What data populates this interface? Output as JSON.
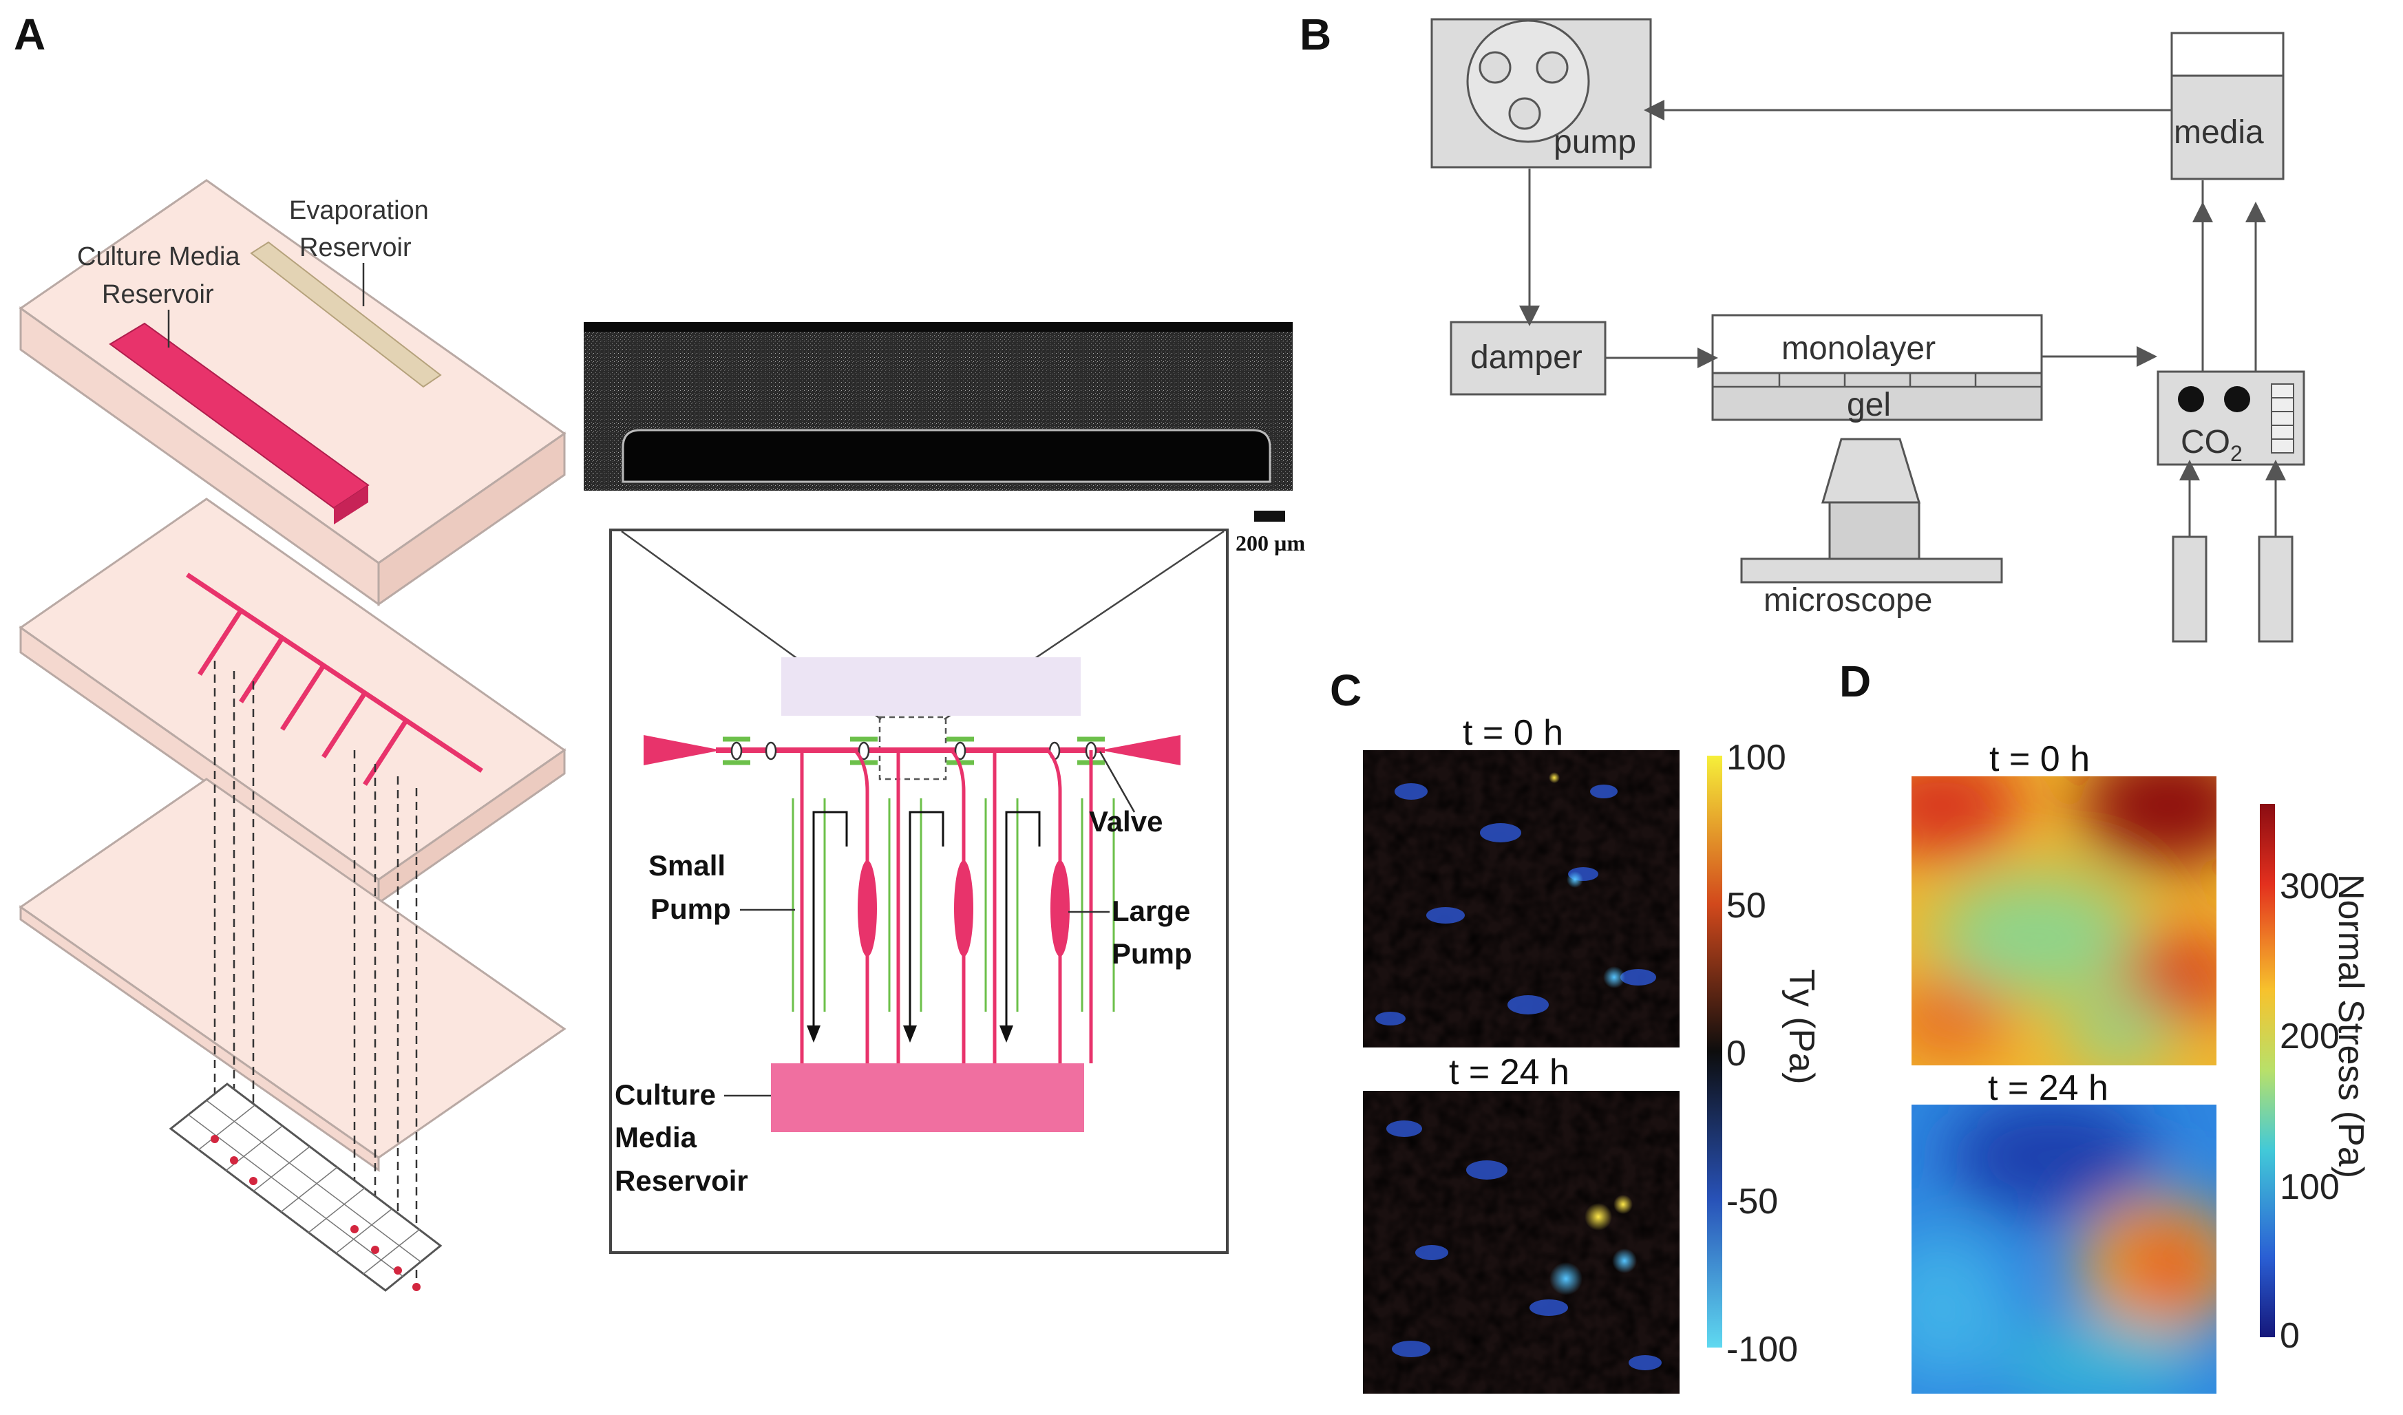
{
  "panels": {
    "a": "A",
    "b": "B",
    "c": "C",
    "d": "D"
  },
  "panel_a": {
    "evaporation_reservoir": [
      "Evaporation",
      "Reservoir"
    ],
    "culture_media_reservoir": [
      "Culture Media",
      "Reservoir"
    ],
    "scale_bar": "200 µm",
    "valve": "Valve",
    "small_pump": [
      "Small",
      "Pump"
    ],
    "large_pump": [
      "Large",
      "Pump"
    ],
    "reservoir_label": [
      "Culture",
      "Media",
      "Reservoir"
    ]
  },
  "panel_b": {
    "pump": "pump",
    "media": "media",
    "damper": "damper",
    "monolayer": "monolayer",
    "gel": "gel",
    "co2_base": "CO",
    "co2_sub": "2",
    "microscope": "microscope"
  },
  "panel_c": {
    "t0": "t = 0 h",
    "t24": "t = 24 h",
    "colorbar_label": "Ty (Pa)",
    "colorbar_ticks": [
      "100",
      "50",
      "0",
      "-50",
      "-100"
    ]
  },
  "panel_d": {
    "t0": "t = 0 h",
    "t24": "t = 24 h",
    "colorbar_label": "Normal Stress (Pa)",
    "colorbar_ticks": [
      "300",
      "200",
      "100",
      "0"
    ]
  },
  "colors": {
    "pink": "#e8336b",
    "channel_pink": "#ee4f86",
    "box_gray": "#dcdcdc",
    "valve_green": "#6cc04a"
  }
}
